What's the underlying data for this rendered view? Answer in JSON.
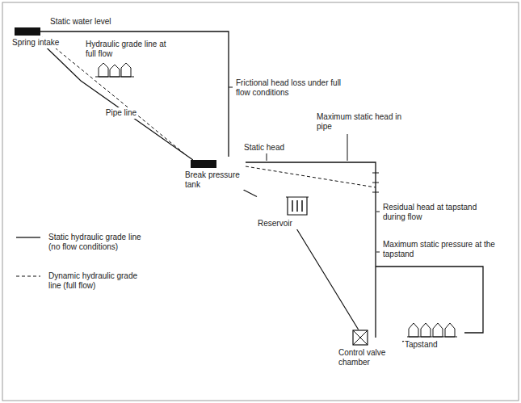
{
  "diagram": {
    "nodes": [
      {
        "text": [
          "Spring intake"
        ]
      },
      {
        "text": [
          "Break pressure tank"
        ]
      },
      {
        "text": [
          "Reservoir"
        ]
      },
      {
        "text": [
          "Control valve chamber"
        ]
      },
      {
        "text": [
          "Tapstand"
        ]
      }
    ],
    "edges": [
      {
        "from": 0,
        "to": 1,
        "label": "Pipe line",
        "arrow": "none"
      },
      {
        "from": 1,
        "to": 2,
        "arrow": "none"
      },
      {
        "from": 2,
        "to": 3,
        "arrow": "none"
      },
      {
        "from": 3,
        "to": 4,
        "arrow": "none"
      }
    ],
    "labels": [
      "Static water level",
      "Hydraulic grade line at full flow",
      "Frictional head loss under full flow conditions",
      "Static head",
      "Maximum static head in pipe",
      "Residual head at tapstand during flow",
      "Maximum static pressure at the tapstand"
    ],
    "legend": [
      {
        "text": "Static hydraulic grade line (no flow conditions)"
      },
      {
        "text": "Dynamic hydraulic grade line (full flow)"
      }
    ]
  }
}
